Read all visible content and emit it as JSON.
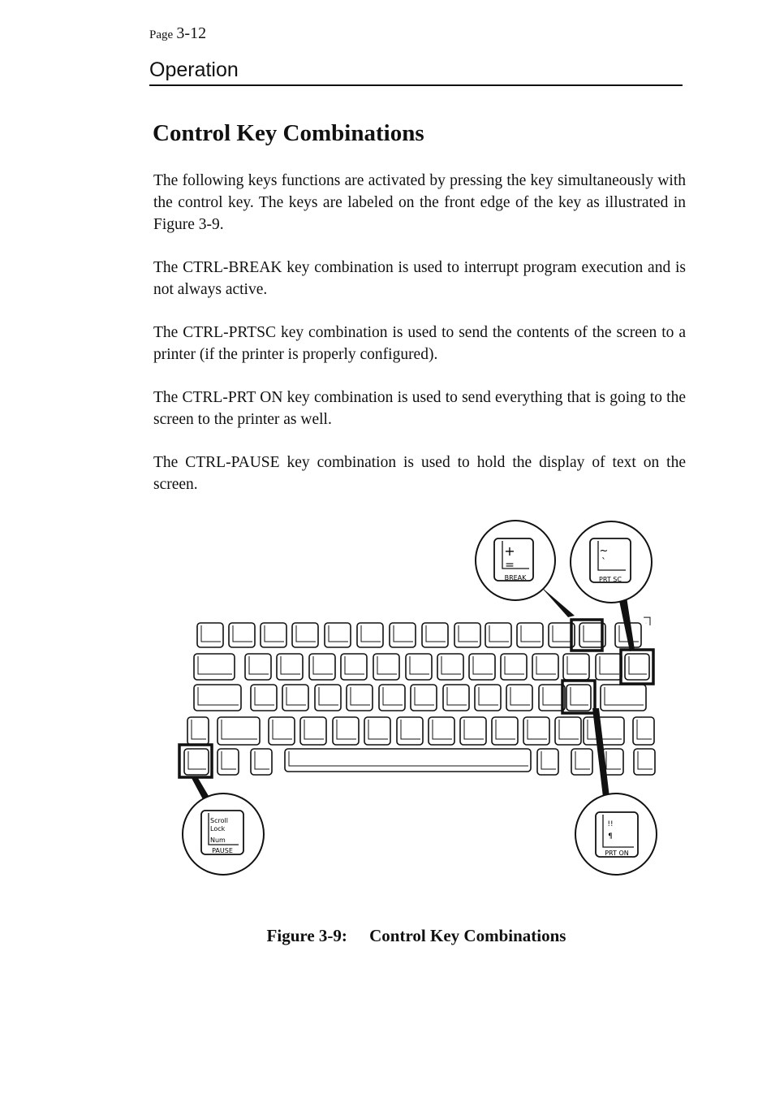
{
  "header": {
    "page_label": "Page",
    "page_number": "3-12",
    "section": "Operation"
  },
  "title": "Control Key Combinations",
  "paragraphs": [
    "The following keys functions are activated by pressing the key simultaneously with the control key. The keys are labeled on the front edge of the key as illustrated in Figure 3-9.",
    "The CTRL-BREAK key combination is used to interrupt program execution and is not always active.",
    "The CTRL-PRTSC key combination is used to send the contents of the screen to a printer (if the printer is properly configured).",
    "The CTRL-PRT ON key combination is used to send everything that is going to the screen to the printer as well.",
    "The CTRL-PAUSE key combination is used to hold the display of text on the screen."
  ],
  "figure": {
    "callouts": {
      "break": {
        "top_symbol": "+",
        "bottom_symbol": "=",
        "label": "BREAK"
      },
      "prtsc": {
        "top_symbol": "~",
        "bottom_symbol": "`",
        "label": "PRT SC"
      },
      "pause": {
        "line1": "Scroll",
        "line2": "Lock",
        "line3": "Num",
        "label": "PAUSE"
      },
      "prton": {
        "line1": "!!",
        "line2": "¶",
        "label": "PRT ON"
      }
    },
    "caption_label": "Figure 3-9:",
    "caption_text": "Control Key Combinations"
  }
}
